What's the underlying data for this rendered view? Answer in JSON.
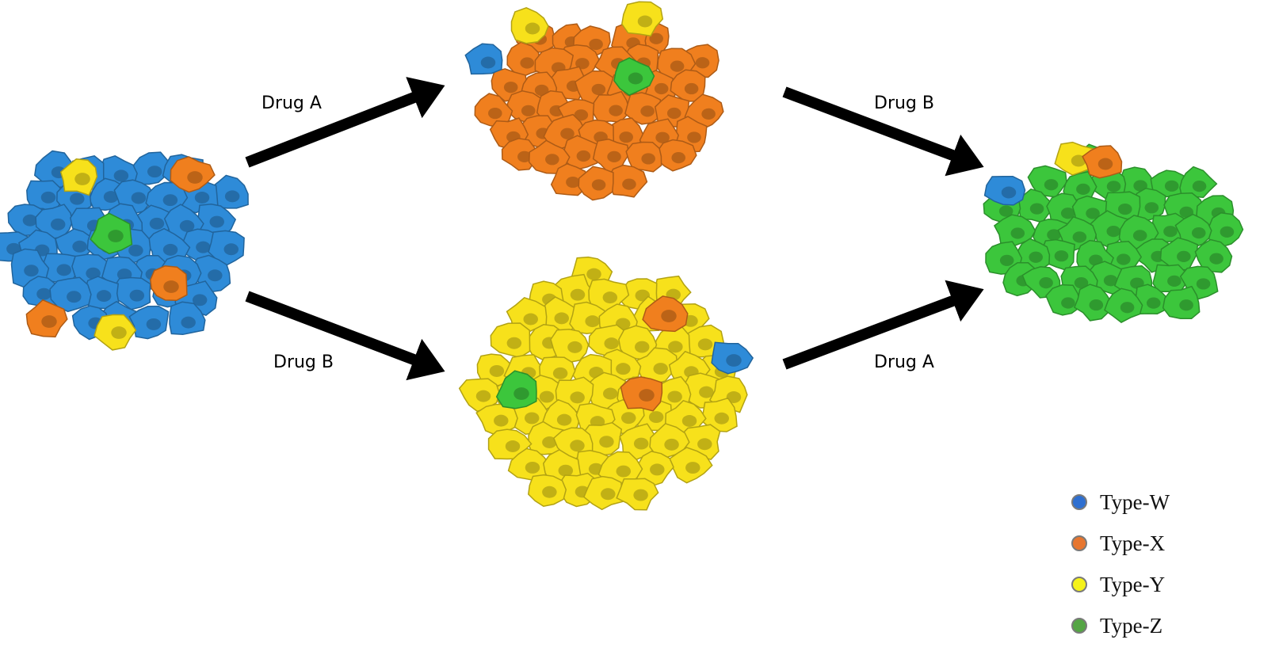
{
  "colors": {
    "type_w": "#2E8BD8",
    "type_x": "#F07F1E",
    "type_y": "#F7E11B",
    "type_z": "#3CC63C",
    "arrow": "#000000"
  },
  "arrows": [
    {
      "id": "initial-to-drugA",
      "label": "Drug A"
    },
    {
      "id": "initial-to-drugB",
      "label": "Drug B"
    },
    {
      "id": "drugA-to-final",
      "label": "Drug B"
    },
    {
      "id": "drugB-to-final",
      "label": "Drug A"
    }
  ],
  "populations": [
    {
      "id": "initial",
      "dominant": "type_w",
      "minority": [
        "type_x",
        "type_y",
        "type_z"
      ]
    },
    {
      "id": "after-drug-a",
      "dominant": "type_x",
      "minority": [
        "type_w",
        "type_y",
        "type_z"
      ]
    },
    {
      "id": "after-drug-b",
      "dominant": "type_y",
      "minority": [
        "type_w",
        "type_x",
        "type_z"
      ]
    },
    {
      "id": "final",
      "dominant": "type_z",
      "minority": [
        "type_w",
        "type_x",
        "type_y"
      ]
    }
  ],
  "legend": [
    {
      "label": "Type-W",
      "color": "#2E6FD0"
    },
    {
      "label": "Type-X",
      "color": "#E7762F"
    },
    {
      "label": "Type-Y",
      "color": "#F5F21A"
    },
    {
      "label": "Type-Z",
      "color": "#54A544"
    }
  ]
}
